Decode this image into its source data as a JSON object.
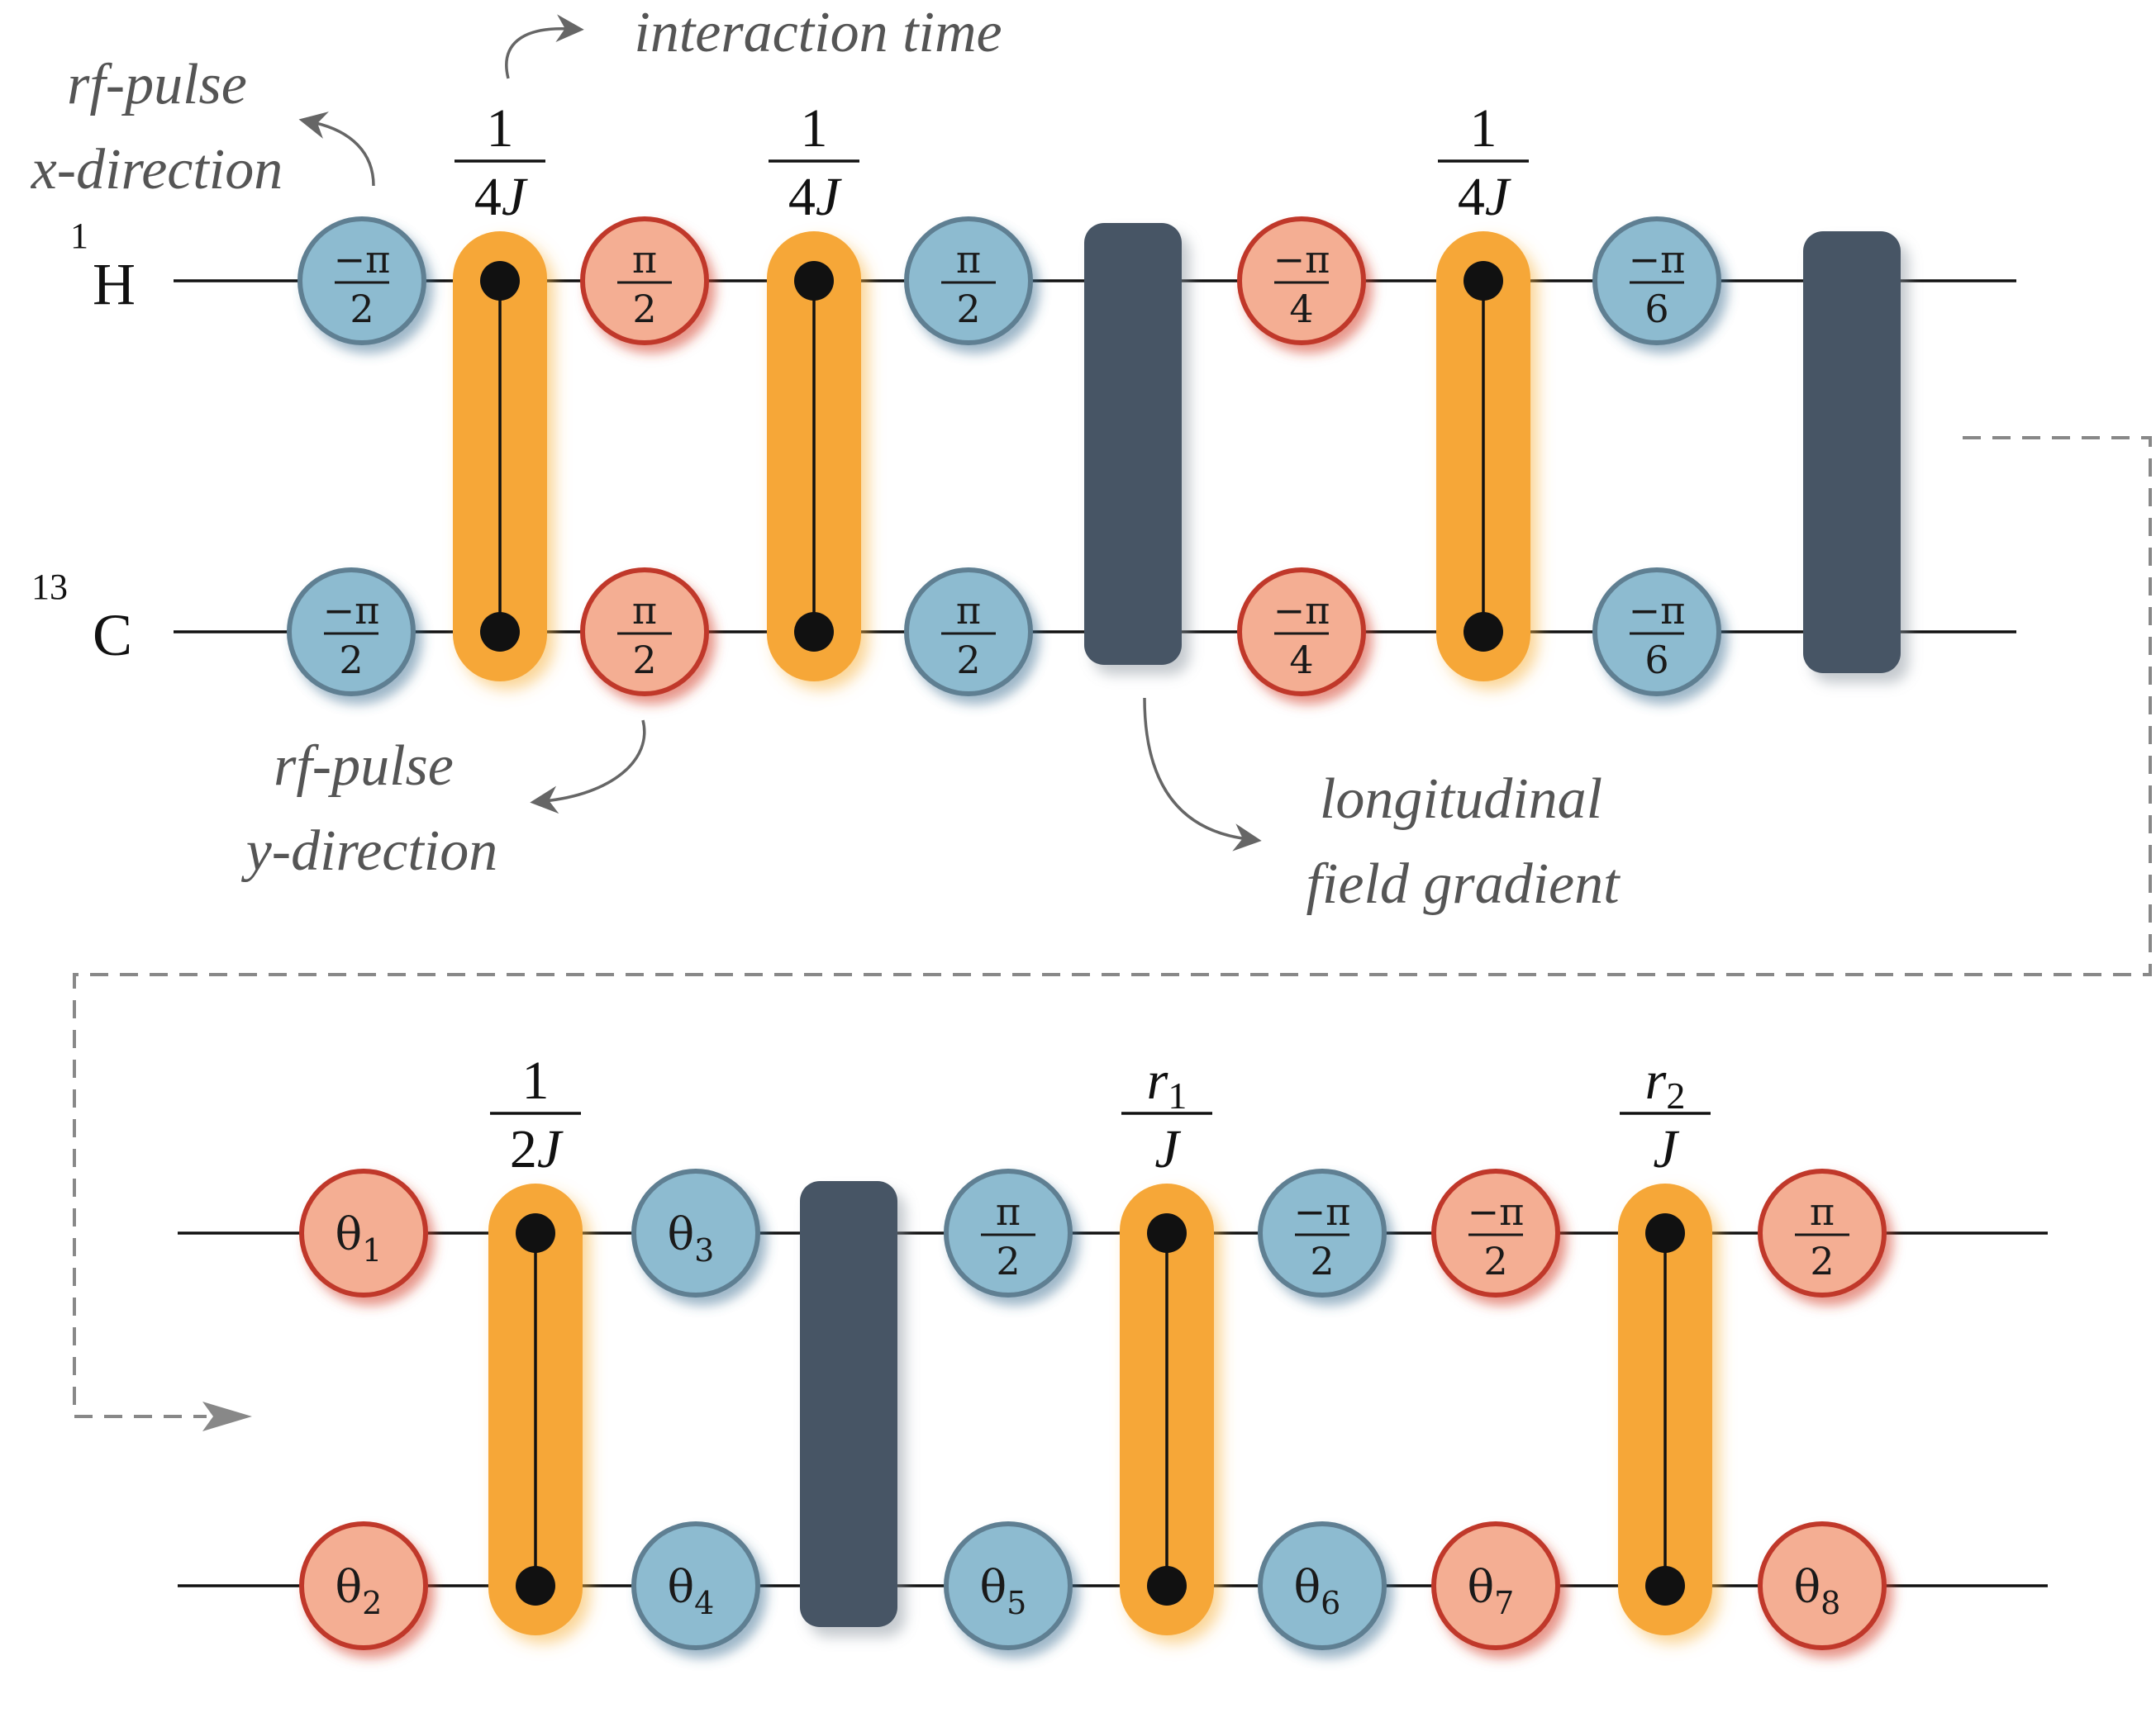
{
  "qubits": {
    "top": {
      "mass": "1",
      "symbol": "H"
    },
    "bottom": {
      "mass": "13",
      "symbol": "C"
    }
  },
  "annotations": {
    "rf_x": [
      "rf-pulse",
      "x-direction"
    ],
    "interaction": "interaction time",
    "rf_y": [
      "rf-pulse",
      "y-direction"
    ],
    "gradient": [
      "longitudinal",
      "field gradient"
    ]
  },
  "colors": {
    "blue_fill": "#8dbbd0",
    "blue_stroke": "#5f7f92",
    "red_fill": "#f4ae93",
    "red_stroke": "#c0392b",
    "coupling": "#f6a737",
    "gradient_bar": "#475565"
  },
  "row1": {
    "gates_top": [
      {
        "type": "blue",
        "num": "−π",
        "den": "2"
      },
      {
        "type": "red",
        "num": "π",
        "den": "2"
      },
      {
        "type": "blue",
        "num": "π",
        "den": "2"
      },
      {
        "type": "red",
        "num": "−π",
        "den": "4"
      },
      {
        "type": "blue",
        "num": "−π",
        "den": "6"
      }
    ],
    "gates_bottom": [
      {
        "type": "blue",
        "num": "−π",
        "den": "2"
      },
      {
        "type": "red",
        "num": "π",
        "den": "2"
      },
      {
        "type": "blue",
        "num": "π",
        "den": "2"
      },
      {
        "type": "red",
        "num": "−π",
        "den": "4"
      },
      {
        "type": "blue",
        "num": "−π",
        "den": "6"
      }
    ],
    "couplings": [
      {
        "num": "1",
        "den_prefix": "4",
        "den_var": "J"
      },
      {
        "num": "1",
        "den_prefix": "4",
        "den_var": "J"
      },
      {
        "num": "1",
        "den_prefix": "4",
        "den_var": "J"
      }
    ]
  },
  "row2": {
    "gates_top": [
      {
        "type": "red",
        "sym": "θ",
        "sub": "1"
      },
      {
        "type": "blue",
        "sym": "θ",
        "sub": "3"
      },
      {
        "type": "blue",
        "num": "π",
        "den": "2"
      },
      {
        "type": "blue",
        "num": "−π",
        "den": "2"
      },
      {
        "type": "red",
        "num": "−π",
        "den": "2"
      },
      {
        "type": "red",
        "num": "π",
        "den": "2"
      }
    ],
    "gates_bottom": [
      {
        "type": "red",
        "sym": "θ",
        "sub": "2"
      },
      {
        "type": "blue",
        "sym": "θ",
        "sub": "4"
      },
      {
        "type": "blue",
        "sym": "θ",
        "sub": "5"
      },
      {
        "type": "blue",
        "sym": "θ",
        "sub": "6"
      },
      {
        "type": "red",
        "sym": "θ",
        "sub": "7"
      },
      {
        "type": "red",
        "sym": "θ",
        "sub": "8"
      }
    ],
    "couplings": [
      {
        "num": "1",
        "den_prefix": "2",
        "den_var": "J"
      },
      {
        "num_var": "r",
        "num_sub": "1",
        "den_var": "J"
      },
      {
        "num_var": "r",
        "num_sub": "2",
        "den_var": "J"
      }
    ]
  }
}
